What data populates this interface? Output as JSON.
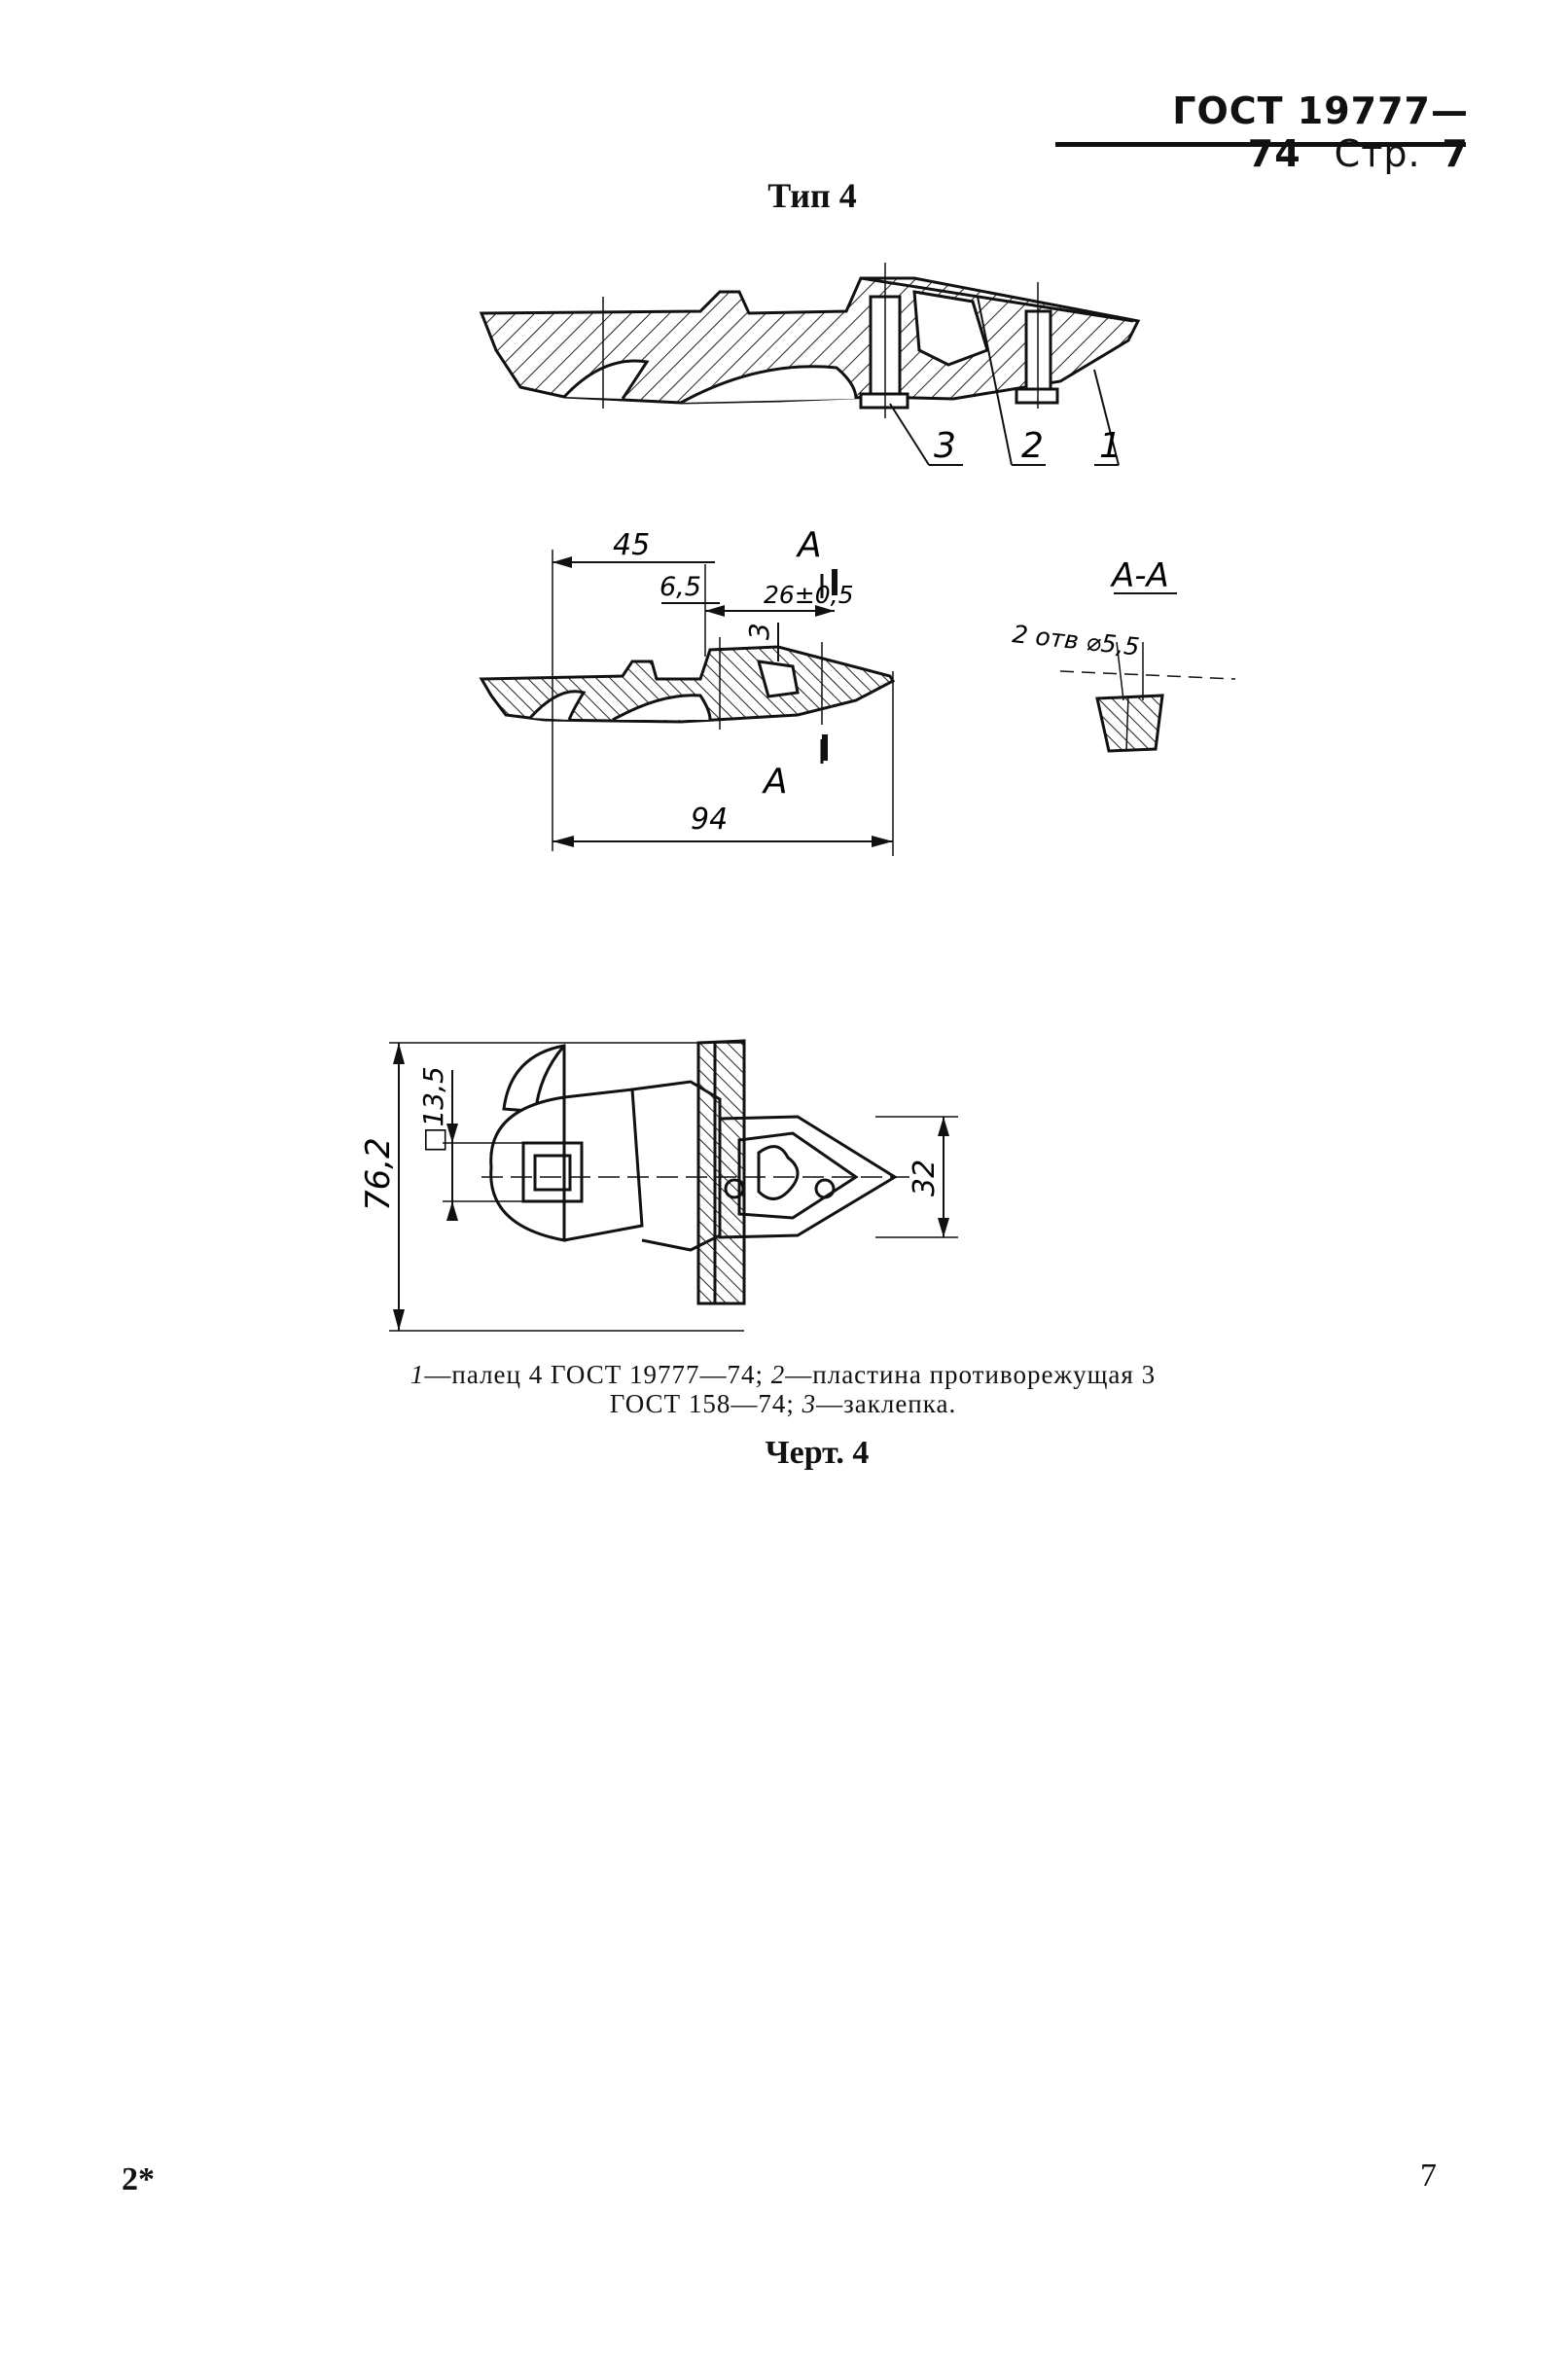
{
  "header": {
    "standard": "ГОСТ 19777—74",
    "page_label": "Стр.",
    "page_number": "7"
  },
  "type_title": "Тип 4",
  "drawing": {
    "callouts": [
      "3",
      "2",
      "1"
    ],
    "section_mark": "А",
    "section_title": "А-А",
    "hole_note": "2 отв ⌀5,5",
    "dimensions": {
      "d45": "45",
      "d65": "6,5",
      "d26": "26±0,5",
      "d3": "3",
      "d94": "94",
      "d762": "76,2",
      "d135": "□13,5",
      "d32": "32"
    }
  },
  "caption": {
    "n1": "1",
    "t1": "—палец 4 ГОСТ 19777—74; ",
    "n2": "2",
    "t2": "—пластина противорежущая 3",
    "line2a": "ГОСТ 158—74; ",
    "n3": "3",
    "t3": "—заклепка."
  },
  "figure_label": "Черт. 4",
  "footer": {
    "left": "2*",
    "right": "7"
  }
}
